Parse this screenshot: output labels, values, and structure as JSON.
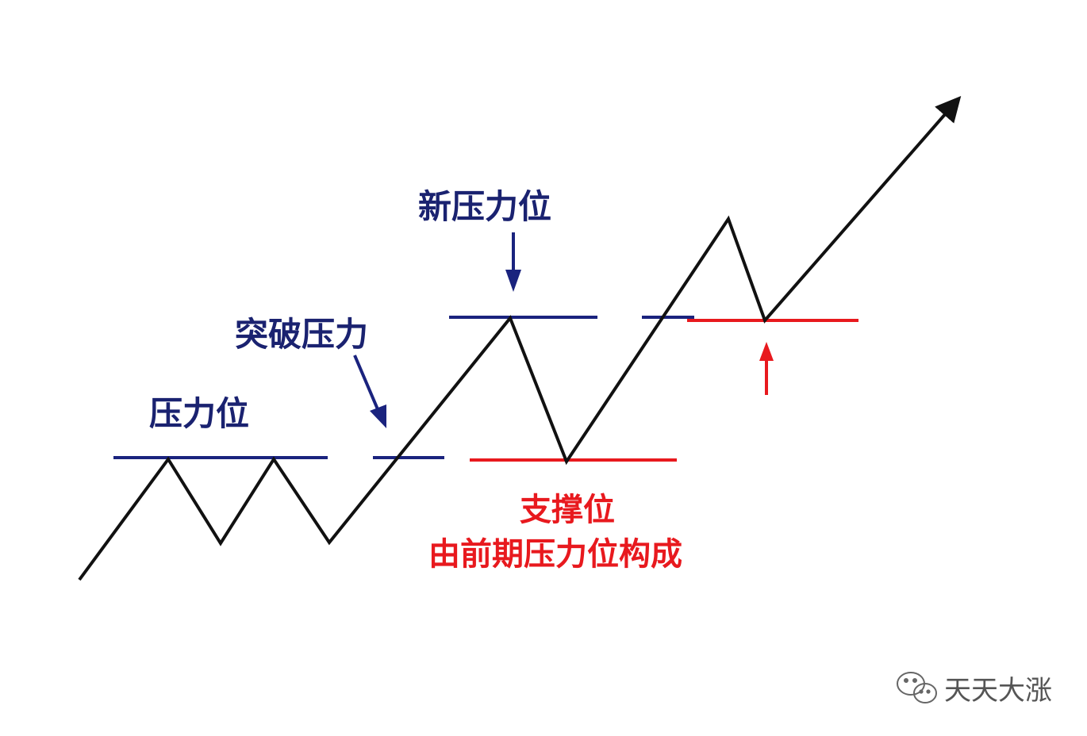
{
  "labels": {
    "resistance": "压力位",
    "breakthrough": "突破压力",
    "new_resistance": "新压力位",
    "support": "支撑位",
    "support_note": "由前期压力位构成"
  },
  "watermark": {
    "text": "天天大涨",
    "icon": "wechat-icon"
  },
  "colors": {
    "resistance_line": "#1a237e",
    "support_line": "#e8191e",
    "price_line": "#111111",
    "label_blue": "#1a2270",
    "label_red": "#e8191e",
    "watermark": "#555555"
  }
}
